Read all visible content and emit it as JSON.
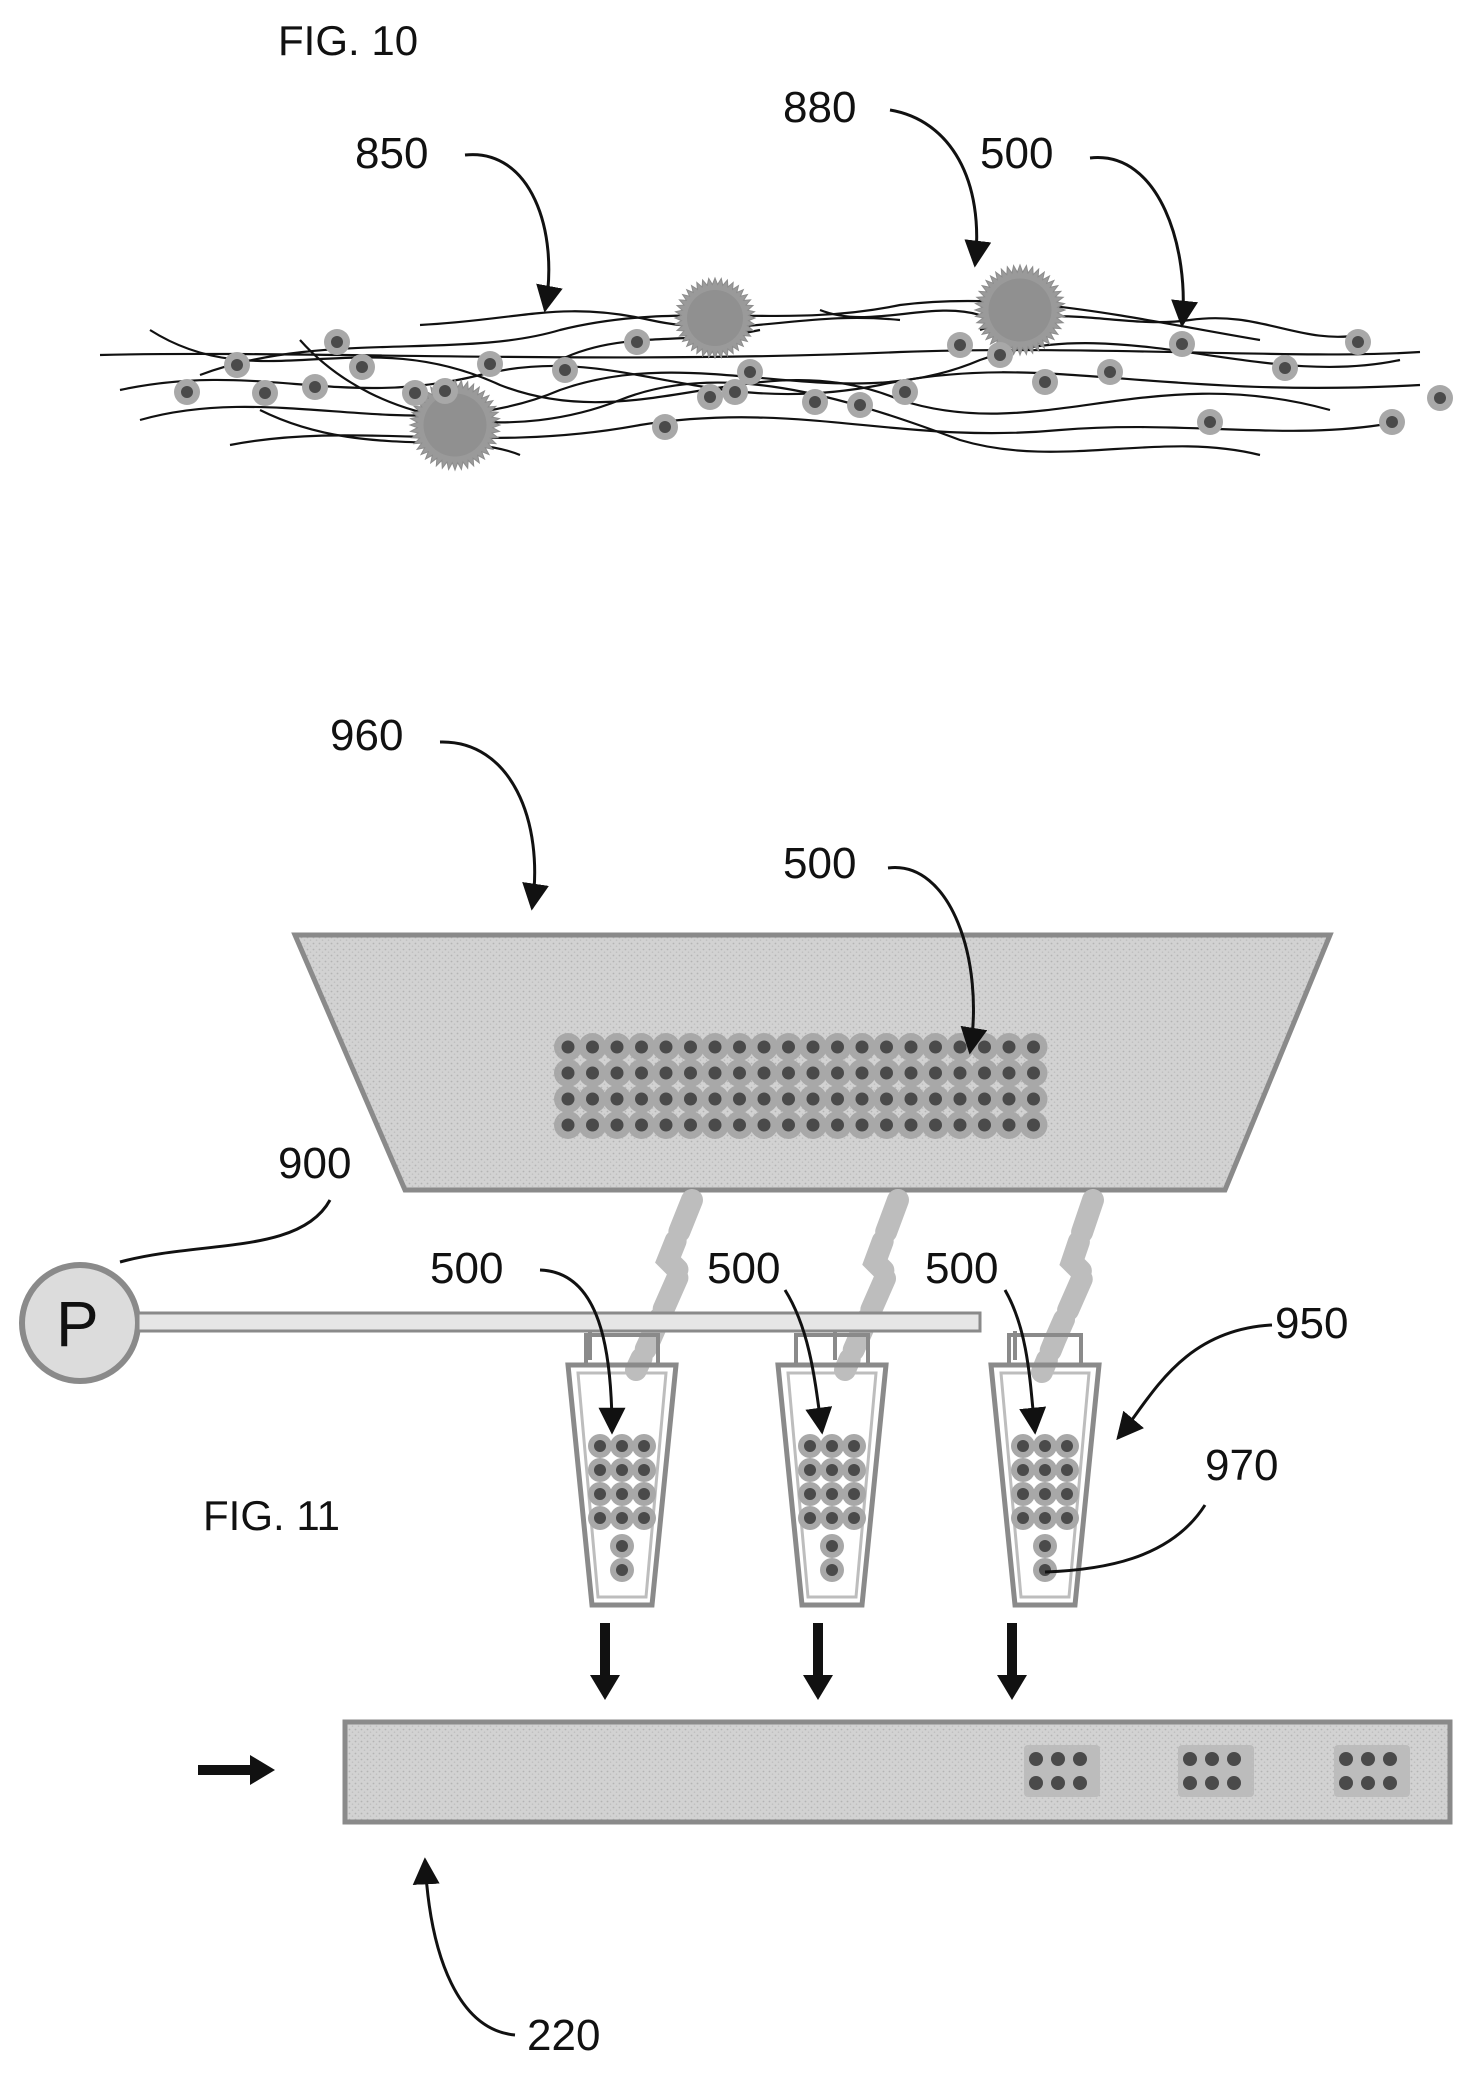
{
  "figure10": {
    "title": "FIG. 10",
    "labels": {
      "fibers": "850",
      "large_particles": "880",
      "beads": "500"
    }
  },
  "figure11": {
    "title": "FIG. 11",
    "labels": {
      "hopper": "960",
      "hopper_beads": "500",
      "pump": "900",
      "pump_letter": "P",
      "tube_beads_1": "500",
      "tube_beads_2": "500",
      "tube_beads_3": "500",
      "dispenser": "950",
      "tube_tip": "970",
      "substrate": "220"
    }
  },
  "colors": {
    "ink": "#111111",
    "fill_gray": "#cfcfcf",
    "bead_outer": "#a8a8a8",
    "bead_inner": "#4a4a4a",
    "particle": "#9a9a9a"
  }
}
